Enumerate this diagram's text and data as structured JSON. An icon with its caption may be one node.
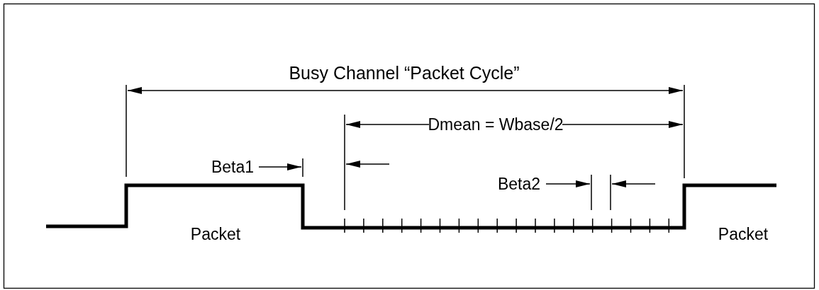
{
  "diagram": {
    "labels": [
      "Busy Channel “Packet Cycle”",
      "Dmean = Wbase/2",
      "Beta1",
      "Beta2",
      "Packet",
      "Packet"
    ]
  }
}
